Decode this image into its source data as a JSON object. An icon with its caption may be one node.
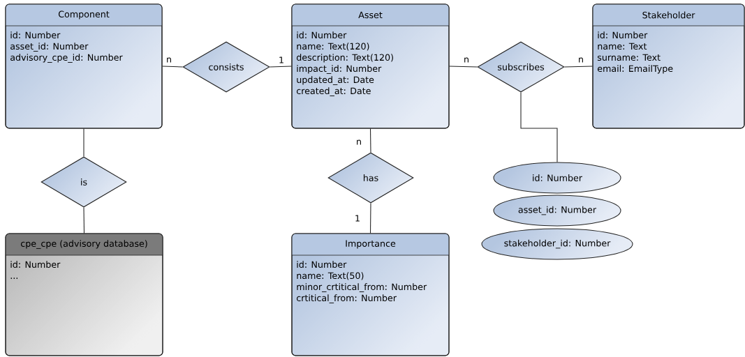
{
  "diagram": {
    "nodes": [
      {
        "text": [
          "Component",
          "id: Number",
          "asset_id: Number",
          "advisory_cpe_id: Number"
        ]
      },
      {
        "text": [
          "consists"
        ]
      },
      {
        "text": [
          "Asset",
          "id: Number",
          "name: Text(120)",
          "description: Text(120)",
          "impact_id: Number",
          "updated_at: Date",
          "created_at: Date"
        ]
      },
      {
        "text": [
          "subscribes"
        ]
      },
      {
        "text": [
          "Stakeholder",
          "id: Number",
          "name: Text",
          "surname: Text",
          "email: EmailType"
        ]
      },
      {
        "text": [
          "is"
        ]
      },
      {
        "text": [
          "has"
        ]
      },
      {
        "text": [
          "id: Number"
        ]
      },
      {
        "text": [
          "asset_id: Number"
        ]
      },
      {
        "text": [
          "stakeholder_id: Number"
        ]
      },
      {
        "text": [
          "cpe_cpe (advisory database)",
          "id: Number",
          "..."
        ]
      },
      {
        "text": [
          "Importance",
          "id: Number",
          "name: Text(50)",
          "minor_crtitical_from: Number",
          "crtitical_from: Number"
        ]
      }
    ],
    "edges": [
      {
        "from": 0,
        "to": 1,
        "arrow": "none",
        "label": "n"
      },
      {
        "from": 1,
        "to": 2,
        "arrow": "none",
        "label": "1"
      },
      {
        "from": 2,
        "to": 3,
        "arrow": "none",
        "label": "n"
      },
      {
        "from": 3,
        "to": 4,
        "arrow": "none",
        "label": "n"
      },
      {
        "from": 3,
        "to": 7,
        "arrow": "none"
      },
      {
        "from": 0,
        "to": 5,
        "arrow": "none"
      },
      {
        "from": 5,
        "to": 10,
        "arrow": "none"
      },
      {
        "from": 2,
        "to": 6,
        "arrow": "none",
        "label": "n"
      },
      {
        "from": 6,
        "to": 11,
        "arrow": "none",
        "label": "1"
      }
    ]
  }
}
